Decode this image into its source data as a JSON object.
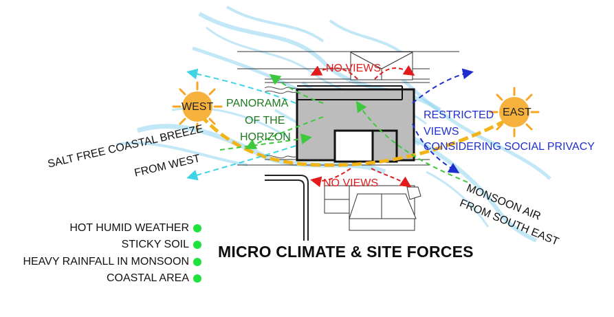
{
  "title": "MICRO CLIMATE & SITE FORCES",
  "suns": {
    "west": "WEST",
    "east": "EAST"
  },
  "views": {
    "no_views_top": "NO VIEWS",
    "no_views_bottom": "NO VIEWS",
    "panorama": [
      "PANORAMA",
      "OF THE",
      "HORIZON"
    ],
    "restricted": [
      "RESTRICTED",
      "VIEWS",
      "CONSIDERING SOCIAL PRIVACY"
    ]
  },
  "winds": {
    "salt_breeze": [
      "SALT FREE COASTAL BREEZE",
      "FROM WEST"
    ],
    "monsoon": [
      "MONSOON AIR",
      "FROM SOUTH EAST"
    ]
  },
  "legend": [
    "HOT HUMID WEATHER",
    "STICKY SOIL",
    "HEAVY RAINFALL IN MONSOON",
    "COASTAL AREA"
  ],
  "colors": {
    "sun": "#f6a623",
    "sun_path": "#f2b417",
    "wind": "#7cc9e8",
    "panorama_arrow": "#3ec83e",
    "restricted_arrow": "#1f2fcf",
    "no_views_arrow": "#e21b1b",
    "salt_arrow": "#3fd3e6",
    "legend_dot": "#1fe23a"
  }
}
